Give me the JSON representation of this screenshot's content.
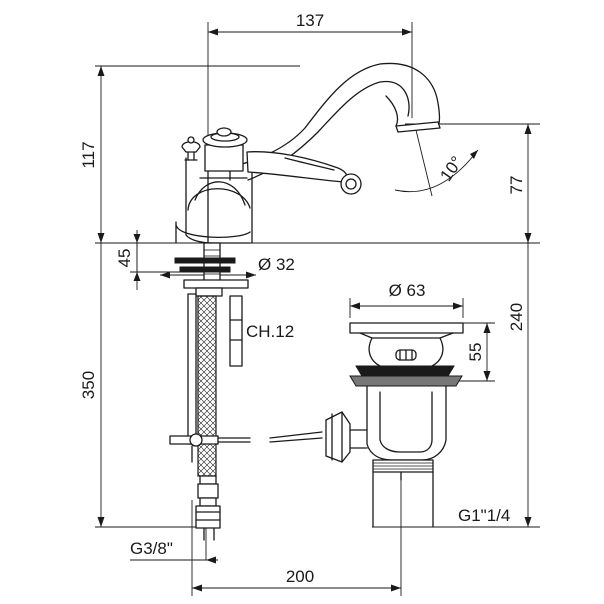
{
  "dimensions": {
    "spout_reach": "137",
    "total_height": "117",
    "spout_height": "77",
    "spout_angle": "10°",
    "mounting_depth": "45",
    "hole_diameter": "Ø 32",
    "wrench_size": "CH.12",
    "hose_length": "350",
    "inlet_thread": "G3/8\"",
    "drain_to_tap": "200",
    "waste_height": "240",
    "waste_diameter": "Ø 63",
    "plug_height": "55",
    "waste_thread": "G1\"1/4"
  },
  "colors": {
    "line": "#1a1a1a",
    "fill": "#777777",
    "background": "#ffffff"
  }
}
